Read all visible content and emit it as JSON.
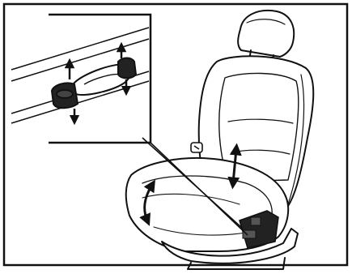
{
  "illustration": {
    "subject": "power-seat-adjustment-diagram",
    "icons": [
      "seat",
      "seat-adjust-control-switch",
      "arrow-up-down",
      "arrow-fore-aft",
      "leader-line"
    ],
    "colors": {
      "ink": "#111111",
      "paper": "#ffffff"
    }
  }
}
